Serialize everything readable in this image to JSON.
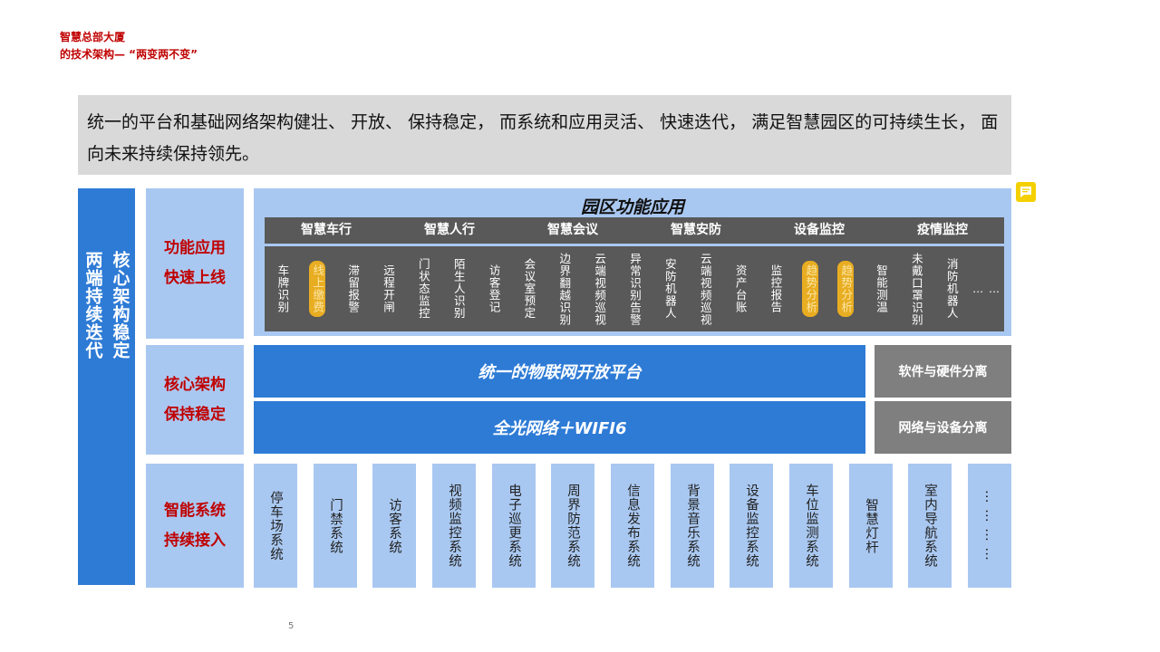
{
  "header": {
    "title_line1": "智慧总部大厦",
    "title_line2": "的技术架构—  “两变两不变”"
  },
  "banner": {
    "text": "统一的平台和基础网络架构健壮、 开放、 保持稳定， 而系统和应用灵活、 快速迭代， 满足智慧园区的可持续生长， 面向未来持续保持领先。"
  },
  "left_bar": {
    "line1": "核心架构稳定",
    "line2": "两端持续迭代"
  },
  "row_labels": [
    {
      "line1": "功能应用",
      "line2": "快速上线"
    },
    {
      "line1": "核心架构",
      "line2": "保持稳定"
    },
    {
      "line1": "智能系统",
      "line2": "持续接入"
    }
  ],
  "apps": {
    "title": "园区功能应用",
    "categories": [
      "智慧车行",
      "智慧人行",
      "智慧会议",
      "智慧安防",
      "设备监控",
      "疫情监控"
    ],
    "items": [
      {
        "label": "车牌识别",
        "highlight": false
      },
      {
        "label": "线上缴费",
        "highlight": true
      },
      {
        "label": "滞留报警",
        "highlight": false
      },
      {
        "label": "远程开闸",
        "highlight": false
      },
      {
        "label": "门状态监控",
        "highlight": false
      },
      {
        "label": "陌生人识别",
        "highlight": false
      },
      {
        "label": "访客登记",
        "highlight": false
      },
      {
        "label": "会议室预定",
        "highlight": false
      },
      {
        "label": "边界翻越识别",
        "highlight": false
      },
      {
        "label": "云端视频巡视",
        "highlight": false
      },
      {
        "label": "异常识别告警",
        "highlight": false
      },
      {
        "label": "安防机器人",
        "highlight": false
      },
      {
        "label": "云端视频巡视",
        "highlight": false
      },
      {
        "label": "资产台账",
        "highlight": false
      },
      {
        "label": "监控报告",
        "highlight": false
      },
      {
        "label": "趋势分析",
        "highlight": true
      },
      {
        "label": "趋势分析",
        "highlight": true
      },
      {
        "label": "智能测温",
        "highlight": false
      },
      {
        "label": "未戴口罩识别",
        "highlight": false
      },
      {
        "label": "消防机器人",
        "highlight": false
      },
      {
        "label": "… …",
        "highlight": false
      }
    ]
  },
  "core": {
    "platform": "统一的物联网开放平台",
    "network": "全光网络＋WIFI6",
    "sep1": "软件与硬件分离",
    "sep2": "网络与设备分离"
  },
  "systems": [
    "停车场系统",
    "门禁系统",
    "访客系统",
    "视频监控系统",
    "电子巡更系统",
    "周界防范系统",
    "信息发布系统",
    "背景音乐系统",
    "设备监控系统",
    "车位监测系统",
    "智慧灯杆",
    "室内导航系统",
    "… … … …"
  ],
  "footer": {
    "page_number": "5"
  },
  "colors": {
    "accent_red": "#c00000",
    "primary_blue": "#2e7bd6",
    "light_blue": "#a9c8f1",
    "dark_gray": "#595959",
    "mid_gray": "#7f7f7f",
    "highlight_gold": "#e8ad21"
  }
}
